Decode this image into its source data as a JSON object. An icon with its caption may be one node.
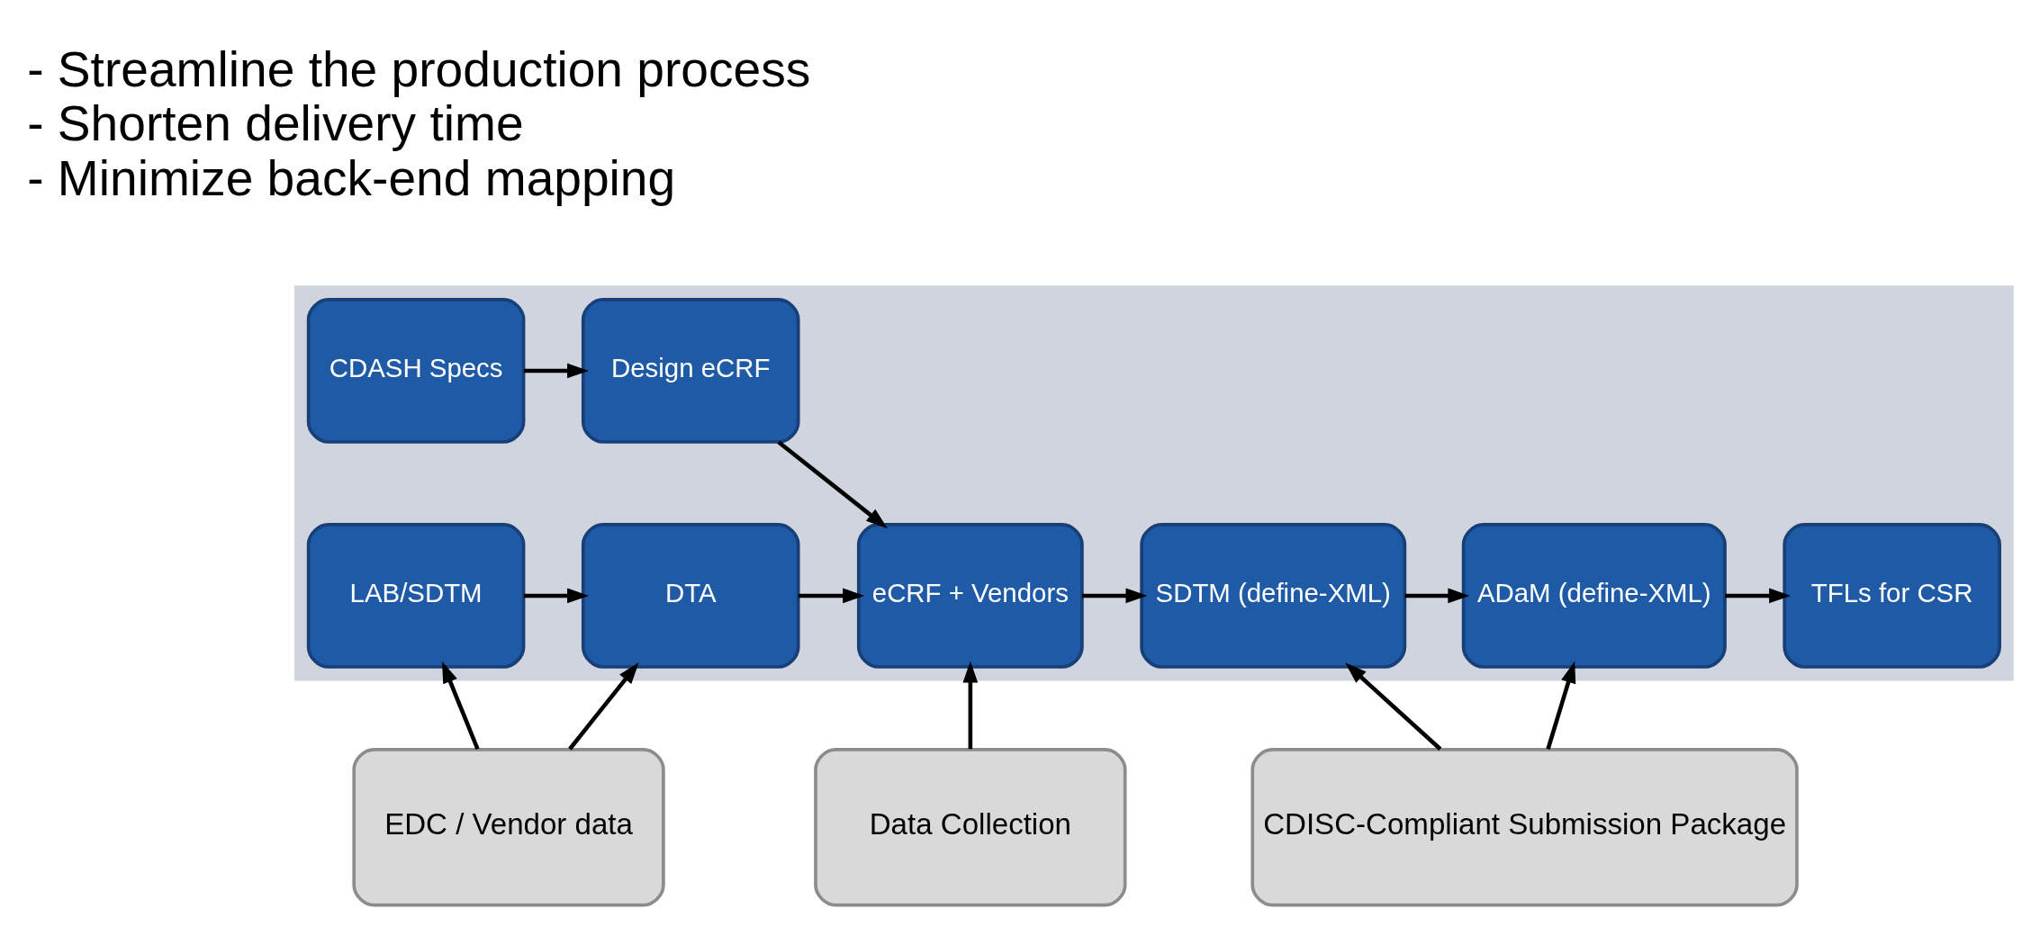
{
  "diagram": {
    "nodes": [
      {
        "text": [],
        "shape": "arrow"
      },
      {
        "text": [
          "CDASH Specs"
        ],
        "in": 0
      },
      {
        "text": [
          "Design eCRF"
        ],
        "in": 0
      },
      {
        "text": [
          "LAB/SDTM"
        ],
        "in": 0
      },
      {
        "text": [
          "DTA"
        ],
        "in": 0
      },
      {
        "text": [
          "eCRF + Vendors"
        ],
        "in": 0
      },
      {
        "text": [
          "SDTM (define-XML)"
        ],
        "in": 0
      },
      {
        "text": [
          "ADaM (define-XML)"
        ],
        "in": 0
      },
      {
        "text": [
          "TFLs for CSR"
        ],
        "in": 0
      },
      {
        "text": [
          "EDC / Vendor data"
        ]
      },
      {
        "text": [
          "Data Collection"
        ]
      },
      {
        "text": [
          "CDISC-Compliant Submission Package"
        ]
      }
    ],
    "edges": [
      {
        "from": 1,
        "to": 2,
        "arrow": "to"
      },
      {
        "from": 3,
        "to": 4,
        "arrow": "to"
      },
      {
        "from": 2,
        "to": 5,
        "arrow": "to"
      },
      {
        "from": 4,
        "to": 5,
        "arrow": "to"
      },
      {
        "from": 5,
        "to": 6,
        "arrow": "to"
      },
      {
        "from": 6,
        "to": 7,
        "arrow": "to"
      },
      {
        "from": 7,
        "to": 8,
        "arrow": "to"
      },
      {
        "from": 9,
        "to": 3,
        "arrow": "to"
      },
      {
        "from": 9,
        "to": 4,
        "arrow": "to"
      },
      {
        "from": 10,
        "to": 5,
        "arrow": "to"
      },
      {
        "from": 11,
        "to": 6,
        "arrow": "to"
      },
      {
        "from": 11,
        "to": 7,
        "arrow": "to"
      }
    ],
    "labels": [
      "- Streamline the production process",
      "- Shorten delivery time",
      "- Minimize back-end mapping"
    ]
  }
}
